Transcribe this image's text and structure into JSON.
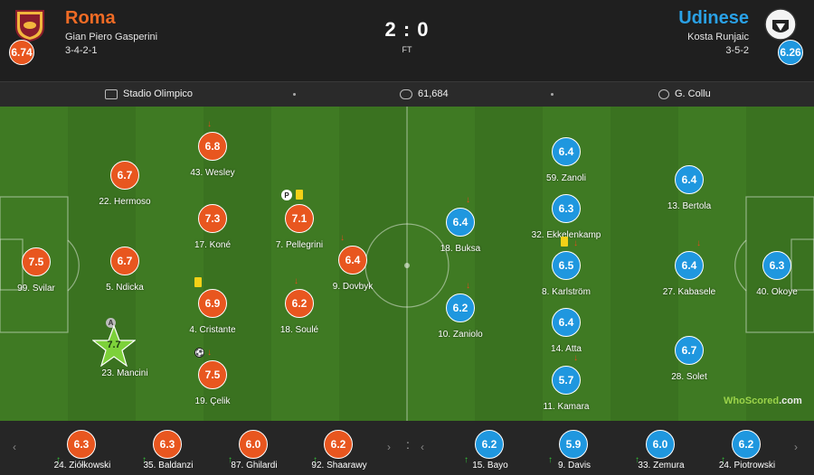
{
  "home": {
    "name": "Roma",
    "coach": "Gian Piero Gasperini",
    "formation": "3-4-2-1",
    "rating": "6.74",
    "color": "#e8561f",
    "crest_icon": "roma-crest-icon",
    "players": [
      {
        "label": "99. Svilar",
        "rating": "7.5"
      },
      {
        "label": "22. Hermoso",
        "rating": "6.7"
      },
      {
        "label": "5. Ndicka",
        "rating": "6.7"
      },
      {
        "label": "23. Mancini",
        "rating": "7.7"
      },
      {
        "label": "43. Wesley",
        "rating": "6.8"
      },
      {
        "label": "17. Koné",
        "rating": "7.3"
      },
      {
        "label": "4. Cristante",
        "rating": "6.9"
      },
      {
        "label": "19. Çelik",
        "rating": "7.5"
      },
      {
        "label": "7. Pellegrini",
        "rating": "7.1"
      },
      {
        "label": "18. Soulé",
        "rating": "6.2"
      },
      {
        "label": "9. Dovbyk",
        "rating": "6.4"
      }
    ],
    "subs": [
      {
        "label": "24. Ziółkowski",
        "rating": "6.3"
      },
      {
        "label": "35. Baldanzi",
        "rating": "6.3"
      },
      {
        "label": "87. Ghilardi",
        "rating": "6.0"
      },
      {
        "label": "92. Shaarawy",
        "rating": "6.2"
      }
    ]
  },
  "away": {
    "name": "Udinese",
    "coach": "Kosta Runjaic",
    "formation": "3-5-2",
    "rating": "6.26",
    "color": "#1f97df",
    "crest_icon": "udinese-crest-icon",
    "players": [
      {
        "label": "18. Buksa",
        "rating": "6.4"
      },
      {
        "label": "10. Zaniolo",
        "rating": "6.2"
      },
      {
        "label": "59. Zanoli",
        "rating": "6.4"
      },
      {
        "label": "32. Ekkelenkamp",
        "rating": "6.3"
      },
      {
        "label": "8. Karlström",
        "rating": "6.5"
      },
      {
        "label": "14. Atta",
        "rating": "6.4"
      },
      {
        "label": "11. Kamara",
        "rating": "5.7"
      },
      {
        "label": "13. Bertola",
        "rating": "6.4"
      },
      {
        "label": "27. Kabasele",
        "rating": "6.4"
      },
      {
        "label": "28. Solet",
        "rating": "6.7"
      },
      {
        "label": "40. Okoye",
        "rating": "6.3"
      }
    ],
    "subs": [
      {
        "label": "15. Bayo",
        "rating": "6.2"
      },
      {
        "label": "9. Davis",
        "rating": "5.9"
      },
      {
        "label": "33. Zemura",
        "rating": "6.0"
      },
      {
        "label": "24. Piotrowski",
        "rating": "6.2"
      }
    ]
  },
  "match": {
    "score": "2 : 0",
    "status": "FT",
    "stadium": "Stadio Olimpico",
    "attendance": "61,684",
    "referee": "G. Collu"
  },
  "icons": {
    "sub_out": "↓",
    "sub_in": "↑",
    "nav_left": "‹",
    "nav_right": "›",
    "divider": ":",
    "penalty": "P",
    "assist": "A",
    "goal": "⚽"
  },
  "branding": {
    "whoscored_a": "WhoScored",
    "whoscored_b": ".com"
  }
}
